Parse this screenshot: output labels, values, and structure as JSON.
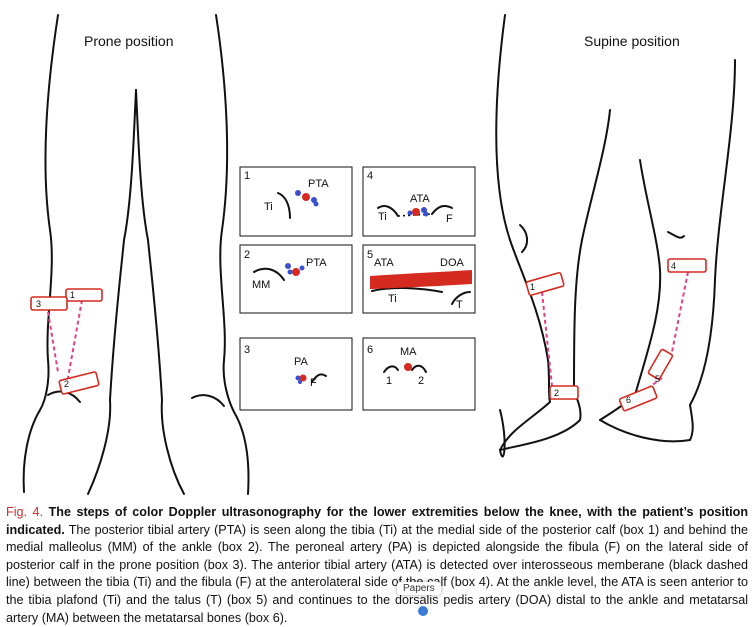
{
  "figure": {
    "prone_label": "Prone position",
    "supine_label": "Supine position",
    "prone_markers": [
      "3",
      "1",
      "2"
    ],
    "supine_markers": [
      "1",
      "2",
      "4",
      "5",
      "6"
    ],
    "boxes": [
      {
        "num": "1",
        "labels": [
          "PTA",
          "Ti"
        ]
      },
      {
        "num": "4",
        "labels": [
          "ATA",
          "Ti",
          "F"
        ]
      },
      {
        "num": "2",
        "labels": [
          "PTA",
          "MM"
        ]
      },
      {
        "num": "5",
        "labels": [
          "ATA",
          "DOA",
          "Ti",
          "T"
        ]
      },
      {
        "num": "3",
        "labels": [
          "PA",
          "F"
        ]
      },
      {
        "num": "6",
        "labels": [
          "MA",
          "1",
          "2"
        ]
      }
    ]
  },
  "caption": {
    "fig_label": "Fig. 4.",
    "title": "The steps of color Doppler ultrasonography for the lower extremities below the knee, with the patient’s position indicated.",
    "body": "The posterior tibial artery (PTA) is seen along the tibia (Ti) at the medial side of the posterior calf (box 1) and behind the medial malleolus (MM) of the ankle (box 2). The peroneal artery (PA) is depicted alongside the fibula (F) on the lateral side of posterior calf in the prone position (box 3). The anterior tibial artery (ATA) is detected over interosseous memberane (black dashed line) between the tibia (Ti) and the fibula (F) at the anterolateral side of the calf (box 4). At the ankle level, the ATA is seen anterior to the tibia plafond (Ti) and the talus (T) (box 5) and continues to the dorsalis pedis artery (DOA) distal to the ankle and metatarsal artery (MA) between the metatarsal bones (box 6)."
  },
  "tooltip": {
    "label": "Papers"
  },
  "colors": {
    "red": "#d42a20",
    "pink_dash": "#e0408a",
    "blue": "#3a4fd0",
    "caption_red": "#c8302c"
  }
}
